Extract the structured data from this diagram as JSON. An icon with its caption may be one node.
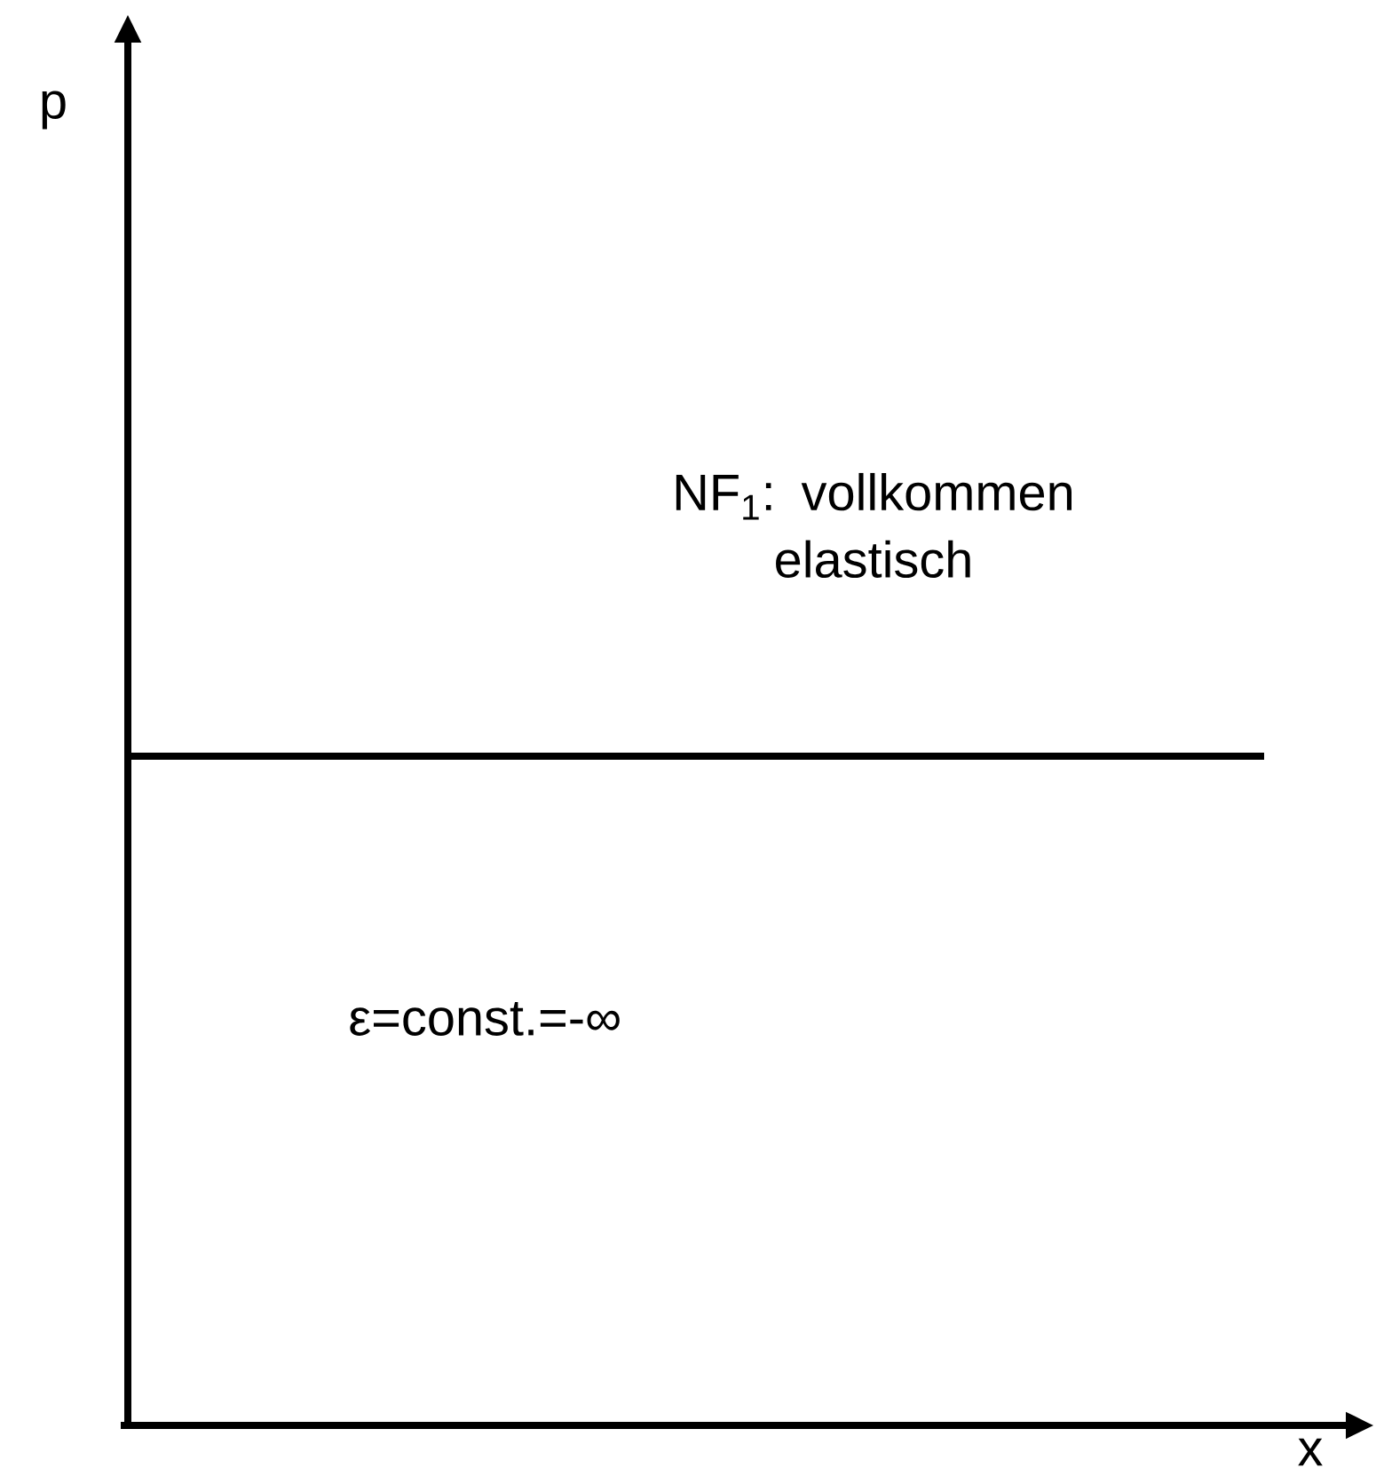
{
  "diagram": {
    "labels": [
      "p",
      "x",
      "NF$_{1}$: vollkommen elastisch",
      "ε=const.=-∞"
    ]
  }
}
